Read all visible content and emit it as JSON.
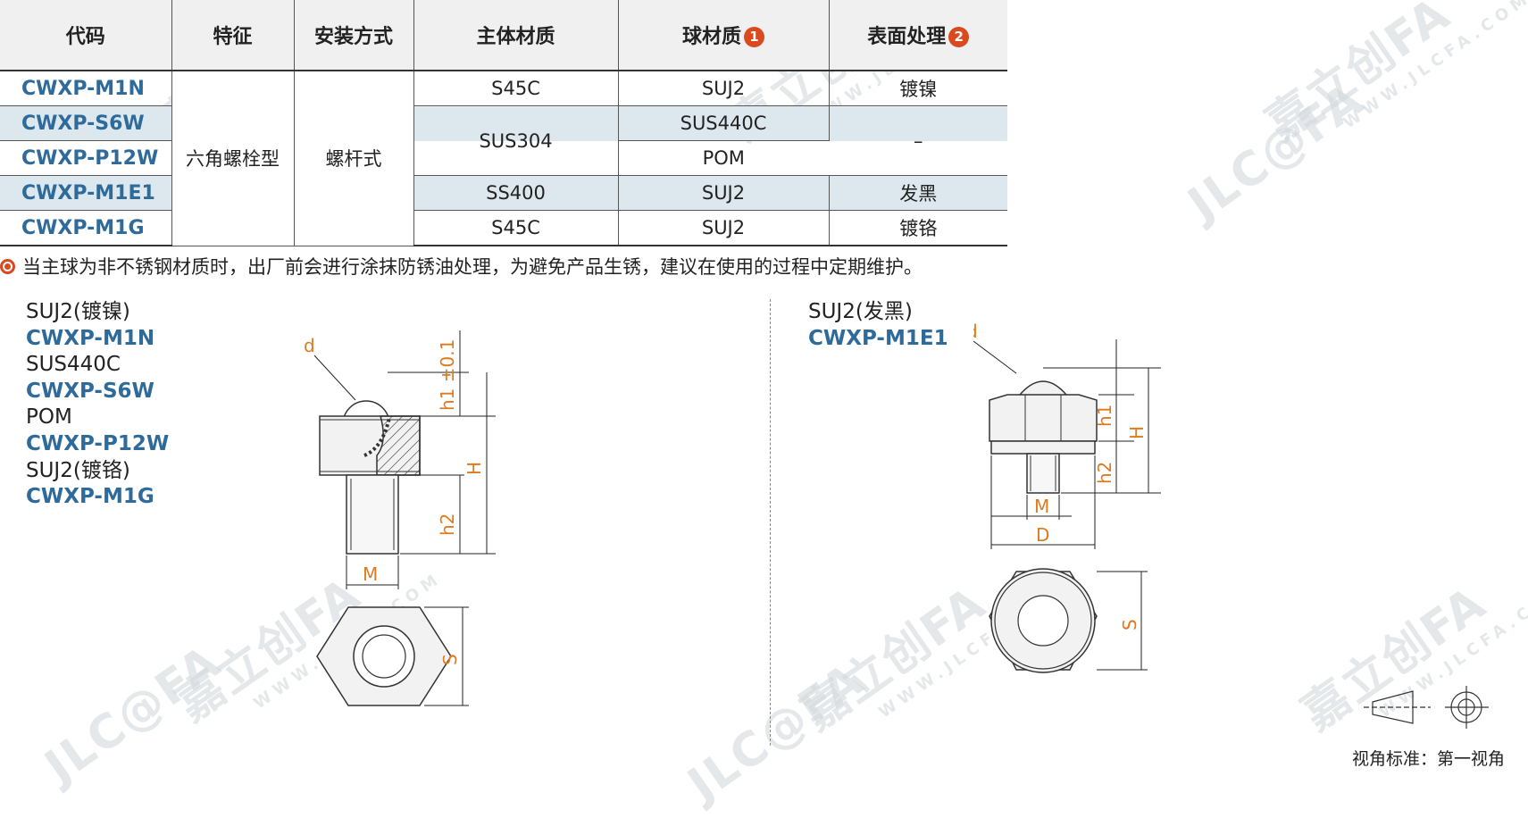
{
  "table": {
    "headers": [
      {
        "label": "代码",
        "badge": ""
      },
      {
        "label": "特征",
        "badge": ""
      },
      {
        "label": "安装方式",
        "badge": ""
      },
      {
        "label": "主体材质",
        "badge": ""
      },
      {
        "label": "球材质",
        "badge": "1"
      },
      {
        "label": "表面处理",
        "badge": "2"
      }
    ],
    "codes": [
      "CWXP-M1N",
      "CWXP-S6W",
      "CWXP-P12W",
      "CWXP-M1E1",
      "CWXP-M1G"
    ],
    "feature": "六角螺栓型",
    "mount": "螺杆式",
    "body_materials": [
      "S45C",
      "SUS304",
      "SS400",
      "S45C"
    ],
    "ball_materials": [
      "SUJ2",
      "SUS440C",
      "POM",
      "SUJ2",
      "SUJ2"
    ],
    "surface": [
      "镀镍",
      "–",
      "发黑",
      "镀铬"
    ]
  },
  "note": "当主球为非不锈钢材质时，出厂前会进行涂抹防锈油处理，为避免产品生锈，建议在使用的过程中定期维护。",
  "left_list": [
    {
      "material": "SUJ2(镀镍)",
      "code": "CWXP-M1N"
    },
    {
      "material": "SUS440C",
      "code": "CWXP-S6W"
    },
    {
      "material": "POM",
      "code": "CWXP-P12W"
    },
    {
      "material": "SUJ2(镀铬)",
      "code": "CWXP-M1G"
    }
  ],
  "right_list": [
    {
      "material": "SUJ2(发黑)",
      "code": "CWXP-M1E1"
    }
  ],
  "dims": {
    "d": "d",
    "h1_tol": "h1 ±0.1",
    "h1": "h1",
    "h2": "h2",
    "H": "H",
    "M": "M",
    "S": "S",
    "D": "D"
  },
  "view_standard": "视角标准：第一视角",
  "watermark": {
    "brand": "JLC@FA",
    "cn": "嘉立创FA",
    "url": "WWW.JLCFA.COM"
  },
  "colors": {
    "accent": "#d94a1e",
    "code_blue": "#2f6b9a",
    "dim_orange": "#e07a1f",
    "row_shade": "#dde8ee"
  }
}
